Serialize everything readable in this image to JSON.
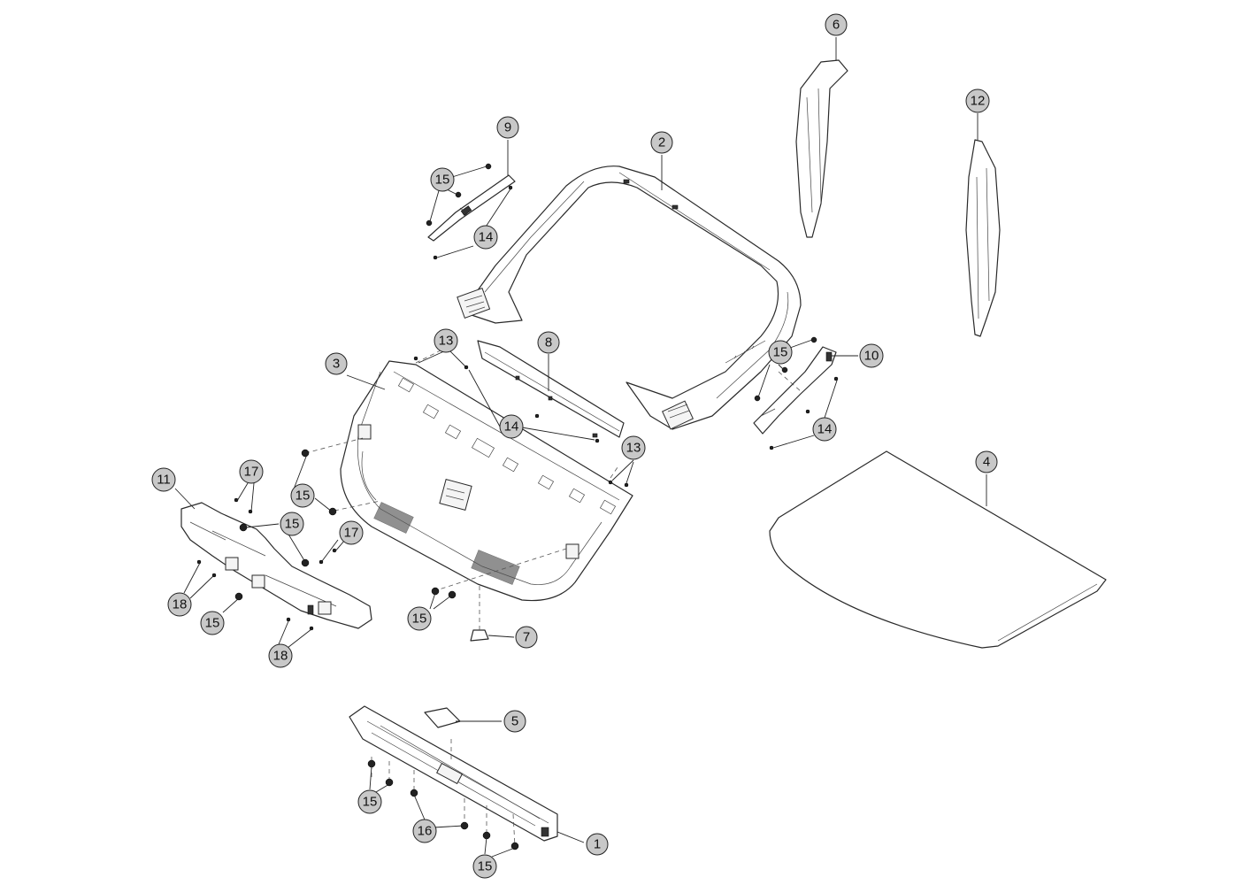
{
  "callouts": [
    {
      "id": "c1",
      "label": "1"
    },
    {
      "id": "c2",
      "label": "2"
    },
    {
      "id": "c3",
      "label": "3"
    },
    {
      "id": "c4",
      "label": "4"
    },
    {
      "id": "c5",
      "label": "5"
    },
    {
      "id": "c6",
      "label": "6"
    },
    {
      "id": "c7",
      "label": "7"
    },
    {
      "id": "c8",
      "label": "8"
    },
    {
      "id": "c9",
      "label": "9"
    },
    {
      "id": "c10",
      "label": "10"
    },
    {
      "id": "c11",
      "label": "11"
    },
    {
      "id": "c12",
      "label": "12"
    },
    {
      "id": "c13a",
      "label": "13"
    },
    {
      "id": "c13b",
      "label": "13"
    },
    {
      "id": "c14a",
      "label": "14"
    },
    {
      "id": "c14b",
      "label": "14"
    },
    {
      "id": "c14c",
      "label": "14"
    },
    {
      "id": "c15a",
      "label": "15"
    },
    {
      "id": "c15b",
      "label": "15"
    },
    {
      "id": "c15c",
      "label": "15"
    },
    {
      "id": "c15d",
      "label": "15"
    },
    {
      "id": "c15e",
      "label": "15"
    },
    {
      "id": "c15f",
      "label": "15"
    },
    {
      "id": "c15g",
      "label": "15"
    },
    {
      "id": "c15h",
      "label": "15"
    },
    {
      "id": "c16",
      "label": "16"
    },
    {
      "id": "c17a",
      "label": "17"
    },
    {
      "id": "c17b",
      "label": "17"
    },
    {
      "id": "c18a",
      "label": "18"
    },
    {
      "id": "c18b",
      "label": "18"
    }
  ],
  "colors": {
    "callout_fill": "#c8c8c8",
    "line": "#2a2a2a",
    "background": "#ffffff"
  }
}
